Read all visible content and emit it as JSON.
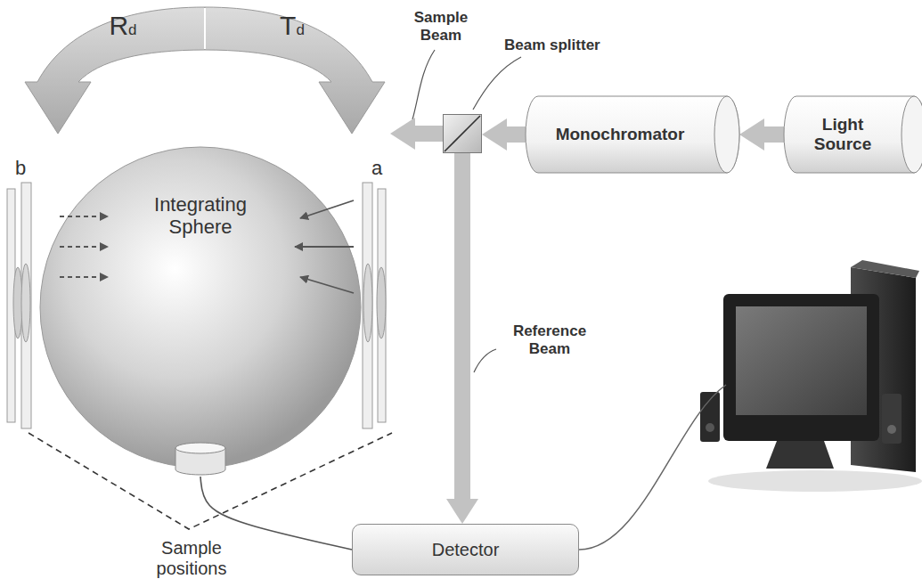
{
  "diagram": {
    "nodes": [
      {
        "text": [
          "Integrating Sphere"
        ]
      },
      {
        "text": [
          "Beam splitter"
        ]
      },
      {
        "text": [
          "Monochromator"
        ]
      },
      {
        "text": [
          "Light Source"
        ]
      },
      {
        "text": [
          "Detector"
        ]
      }
    ],
    "edges": [
      {
        "from": 3,
        "to": 2,
        "arrow": "to"
      },
      {
        "from": 2,
        "to": 1,
        "arrow": "to"
      },
      {
        "from": 1,
        "to": 0,
        "arrow": "to"
      },
      {
        "from": 1,
        "to": 4,
        "arrow": "to"
      },
      {
        "from": 0,
        "to": 4,
        "arrow": "none"
      }
    ],
    "labels": [
      "Rd",
      "Td",
      "b",
      "a",
      "Sample Beam",
      "Reference Beam",
      "Sample positions"
    ]
  }
}
